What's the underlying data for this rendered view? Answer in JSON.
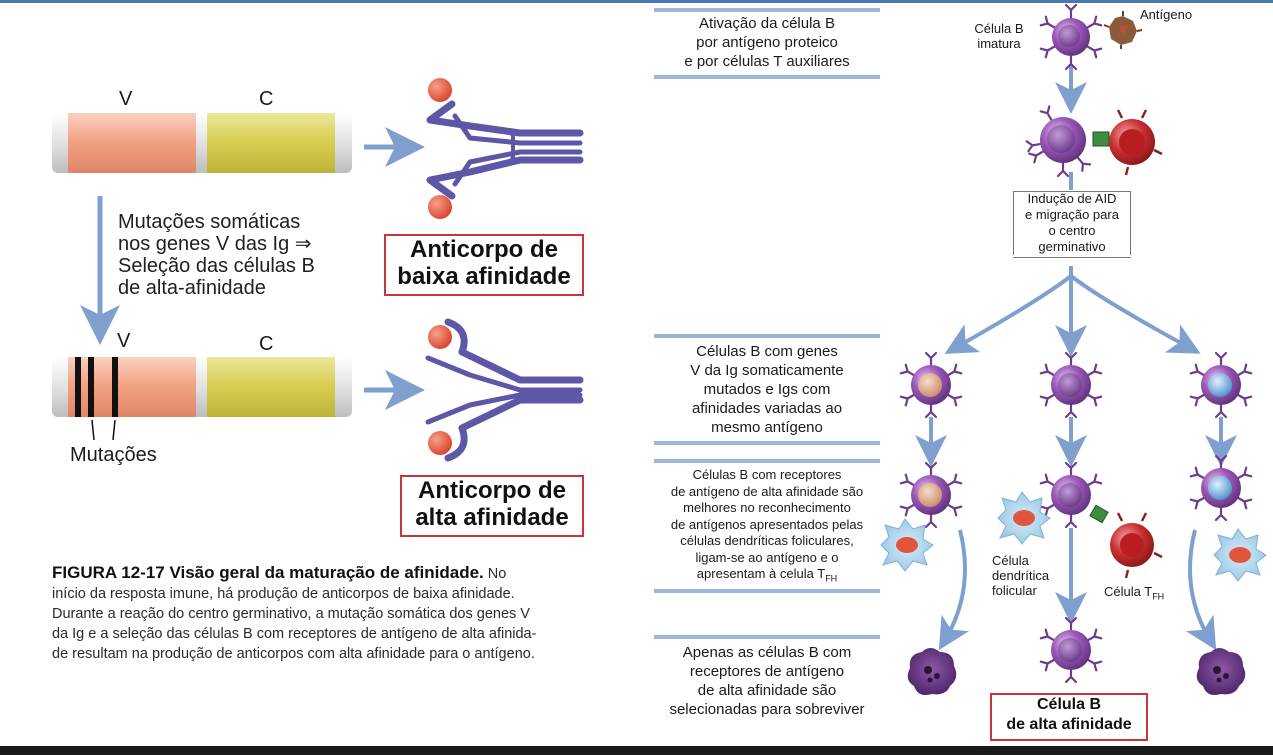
{
  "left": {
    "gene_top": {
      "v": "V",
      "c": "C"
    },
    "gene_bottom": {
      "v": "V",
      "c": "C"
    },
    "process_lines": [
      "Mutações somáticas",
      "nos genes V das Ig ⇒",
      "Seleção das células B",
      "de alta-afinidade"
    ],
    "mutations_label": "Mutações",
    "low_affinity": [
      "Anticorpo de",
      "baixa afinidade"
    ],
    "high_affinity": [
      "Anticorpo de",
      "alta afinidade"
    ]
  },
  "caption": {
    "title": "FIGURA 12-17 Visão geral da maturação de afinidade.",
    "lines": [
      "No",
      "início da resposta imune, há produção de anticorpos de baixa afinidade.",
      "Durante a reação do centro germinativo, a mutação somática dos genes V",
      "da Ig e a seleção das células B com receptores de antígeno de alta afinida-",
      "de resultam na produção de anticorpos com alta afinidade para o antígeno."
    ]
  },
  "right": {
    "step1": [
      "Ativação da célula B",
      "por antígeno proteico",
      "e por células T auxiliares"
    ],
    "step2": [
      "Células B com genes",
      "V da Ig somaticamente",
      "mutados e Igs com",
      "afinidades variadas ao",
      "mesmo antígeno"
    ],
    "step3": [
      "Células B com receptores",
      "de antígeno de alta afinidade são",
      "melhores no reconhecimento",
      "de antígenos apresentados pelas",
      "células dendríticas foliculares,",
      "ligam-se ao antígeno e o",
      "apresentam à celula T",
      "FH"
    ],
    "step4": [
      "Apenas as células B com",
      "receptores de antígeno",
      "de alta afinidade são",
      "selecionadas para sobreviver"
    ],
    "immature_b": [
      "Célula B",
      "imatura"
    ],
    "antigen": "Antígeno",
    "aid": [
      "Indução de AID",
      "e migração para",
      "o centro",
      "germinativo"
    ],
    "dendritic": [
      "Célula",
      "dendrítica",
      "folicular"
    ],
    "tfh": {
      "main": "Célula T",
      "sub": "FH"
    },
    "result": [
      "Célula B",
      "de alta afinidade"
    ]
  },
  "colors": {
    "v_segment": "#f2a486",
    "c_segment": "#d8cf55",
    "antibody": "#5d57a8",
    "antigen_ball": "#e0553c",
    "arrow": "#7f9fce",
    "b_cell": "#7a3f96",
    "t_cell": "#c0262a",
    "red_box": "#c8363c"
  }
}
